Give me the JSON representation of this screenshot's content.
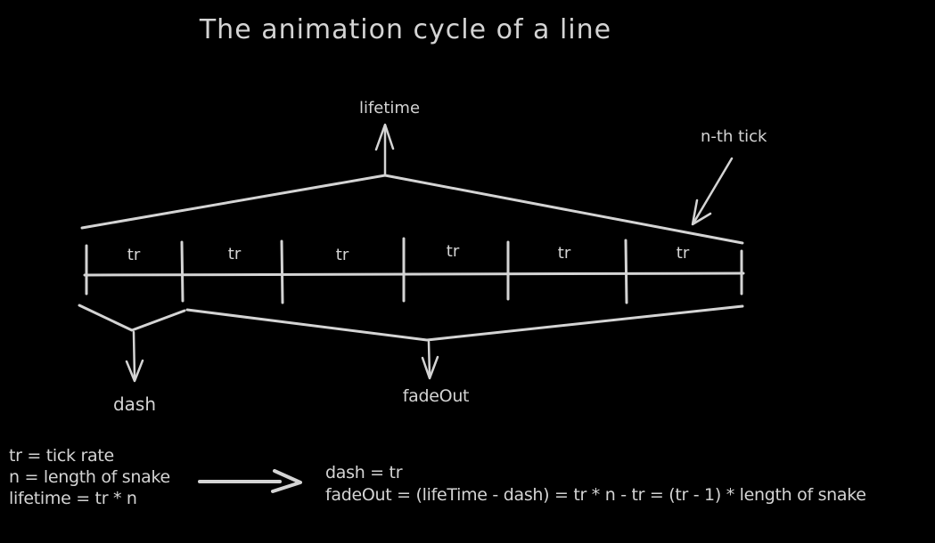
{
  "colors": {
    "background": "#000000",
    "stroke": "#d4d4d4"
  },
  "title": "The animation cycle of a line",
  "diagram": {
    "lifetime_label": "lifetime",
    "nth_tick_label": "n-th tick",
    "tick_labels": [
      "tr",
      "tr",
      "tr",
      "tr",
      "tr",
      "tr"
    ],
    "dash_label": "dash",
    "fadeout_label": "fadeOut"
  },
  "definitions": {
    "left_lines": [
      "tr = tick rate",
      "n = length of snake",
      "lifetime = tr * n"
    ],
    "right_lines": [
      "dash = tr",
      "fadeOut = (lifeTime - dash) = tr * n - tr = (tr - 1) * length of snake"
    ]
  }
}
